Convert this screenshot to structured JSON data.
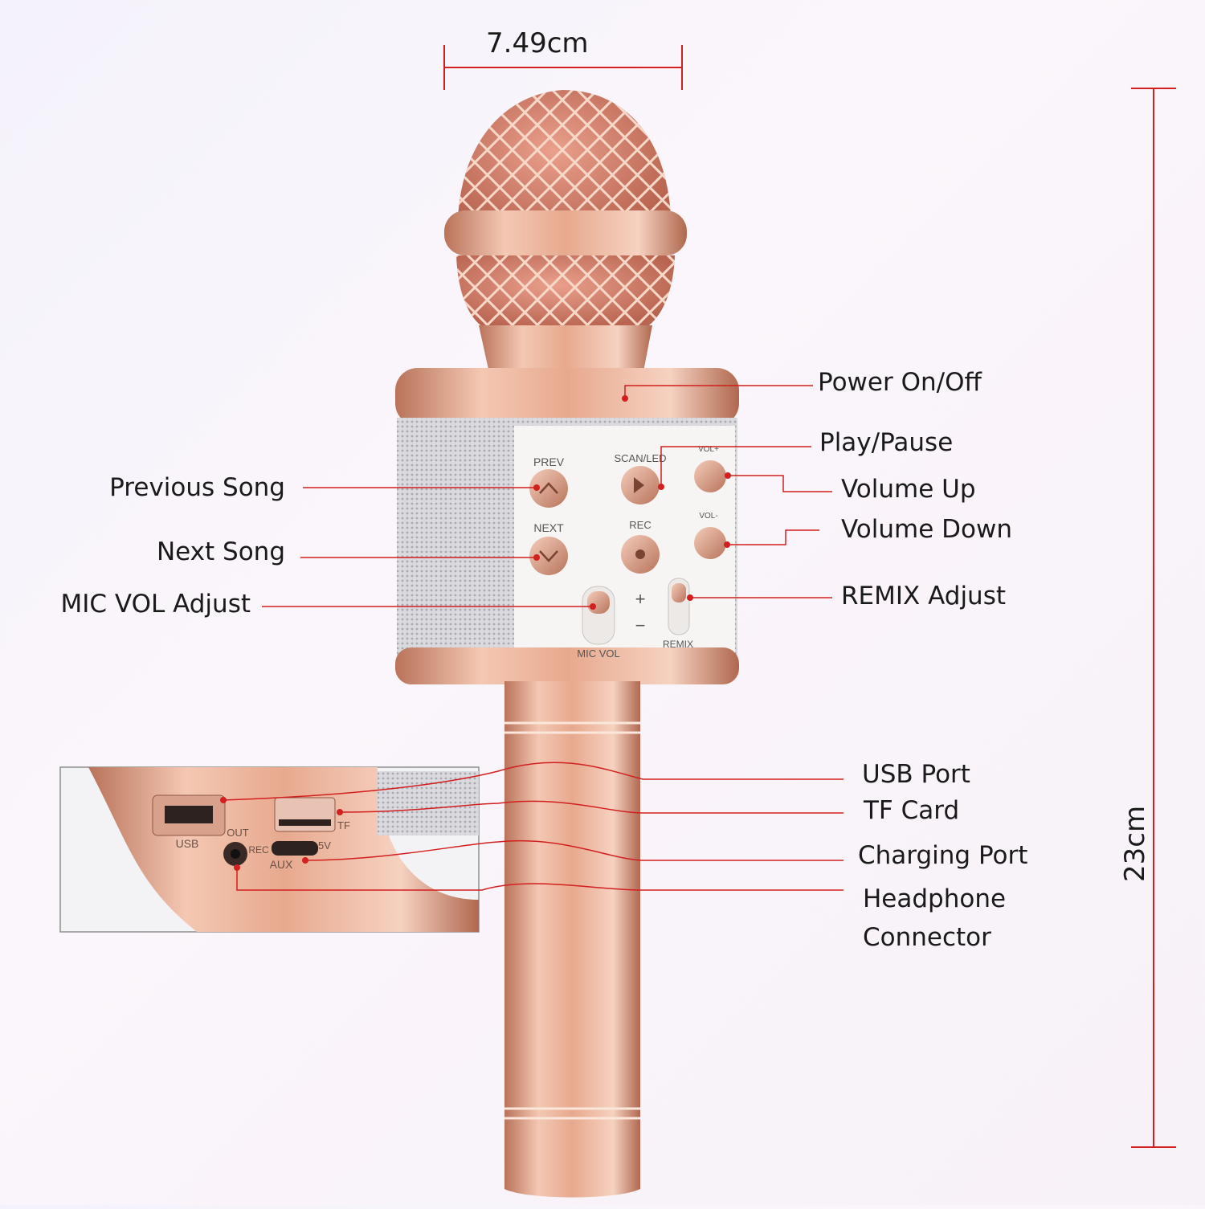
{
  "dimensions": {
    "width_label": "7.49cm",
    "height_label": "23cm"
  },
  "mic_panel": {
    "prev": "PREV",
    "scan_led": "SCAN/LED",
    "vol_plus": "VOL+",
    "next": "NEXT",
    "rec": "REC",
    "vol_minus": "VOL-",
    "plus": "+",
    "minus": "−",
    "mic_vol": "MIC VOL",
    "remix": "REMIX"
  },
  "ports_inset": {
    "usb": "USB",
    "out": "OUT",
    "rec": "REC",
    "aux": "AUX",
    "tf": "TF",
    "five_v": "5V"
  },
  "callouts_left": [
    "Previous Song",
    "Next Song",
    "MIC VOL Adjust"
  ],
  "callouts_right": [
    "Power On/Off",
    "Play/Pause",
    "Volume Up",
    "Volume Down",
    "REMIX Adjust"
  ],
  "callouts_ports": [
    "USB Port",
    "TF Card",
    "Charging Port",
    "Headphone",
    "Connector"
  ],
  "colors": {
    "rose_gold": "#e2a78d",
    "rose_dark": "#b86f55",
    "callout_line": "#d21f1f",
    "panel_white": "#f7f5f4",
    "grille_silver": "#cfcfd4"
  }
}
